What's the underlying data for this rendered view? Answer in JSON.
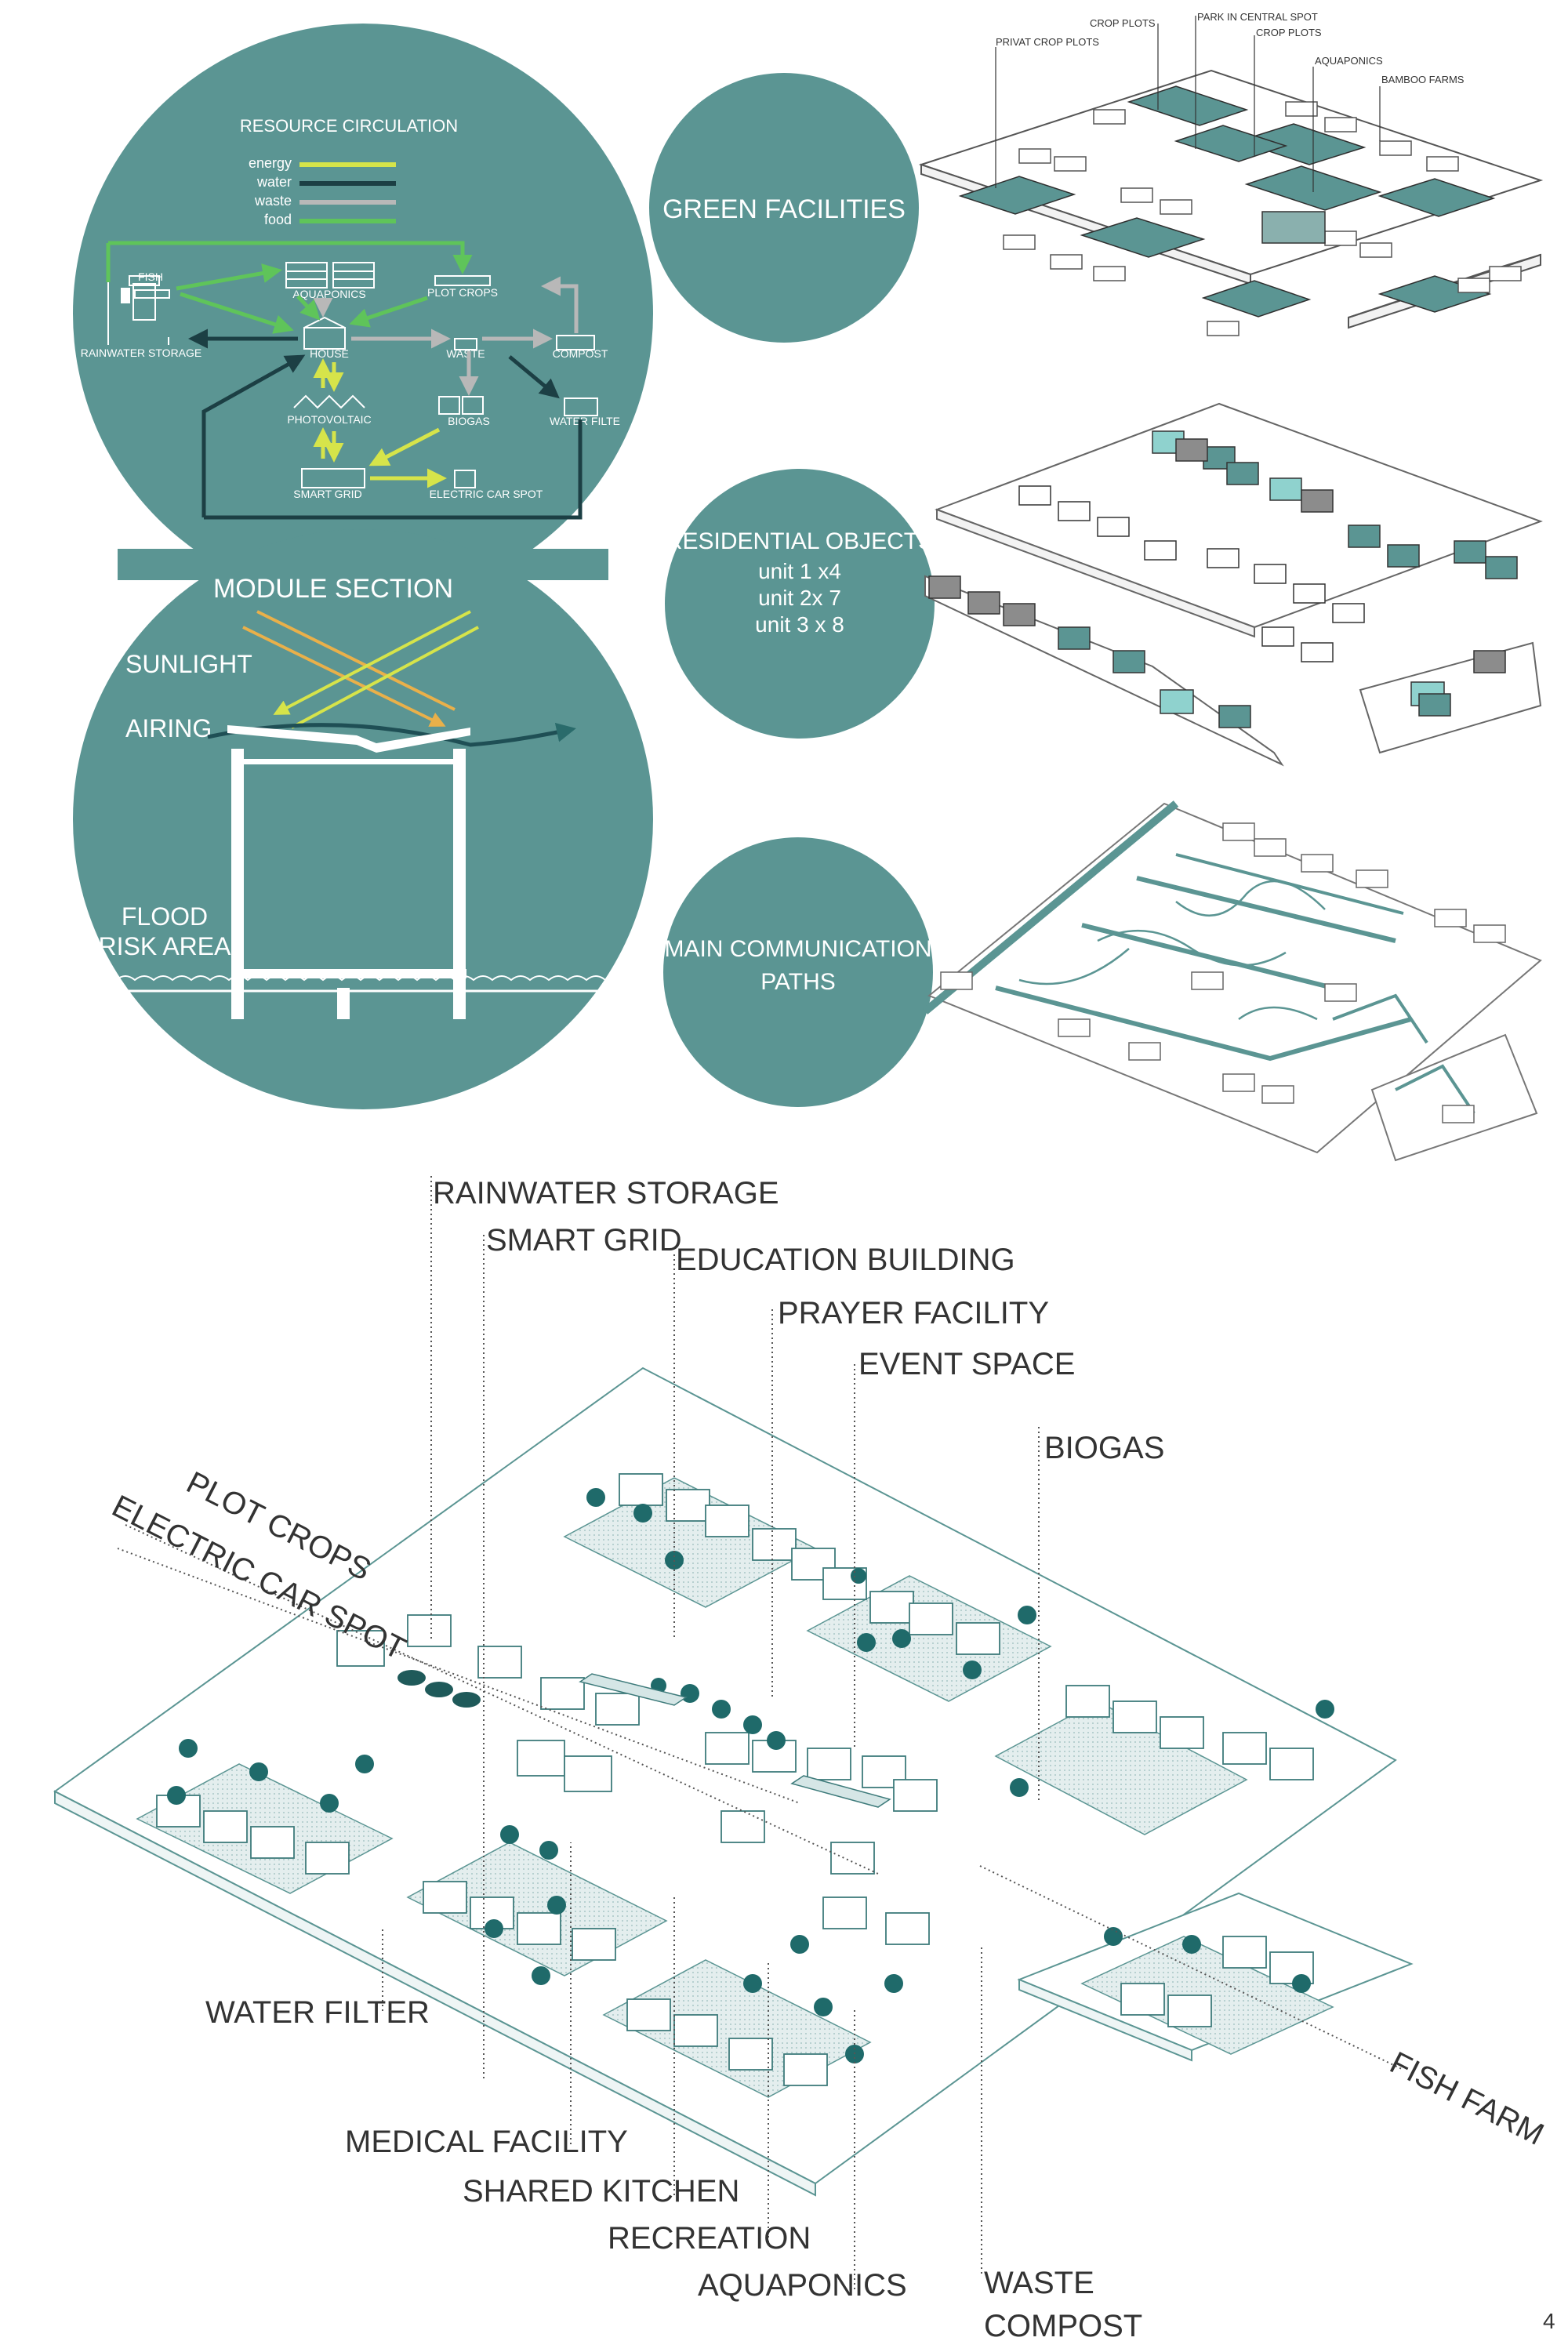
{
  "colors": {
    "teal": "#5b9593",
    "teal_dark": "#1f4f55",
    "teal_light": "#8fd2ce",
    "energy": "#d6e44a",
    "water": "#1c3f44",
    "waste": "#b8b8b8",
    "food": "#5fc45a",
    "grey_block": "#8c8c8c",
    "label": "#333333",
    "white": "#ffffff"
  },
  "resource_circulation": {
    "title": "RESOURCE CIRCULATION",
    "legend": [
      "energy",
      "water",
      "waste",
      "food"
    ],
    "nodes": {
      "fish": "FISH",
      "aquaponics": "AQUAPONICS",
      "plot_crops": "PLOT CROPS",
      "rainwater_storage": "RAINWATER STORAGE",
      "house": "HOUSE",
      "waste": "WASTE",
      "compost": "COMPOST",
      "photovoltaic": "PHOTOVOLTAIC",
      "biogas": "BIOGAS",
      "water_filter": "WATER FILTE",
      "smart_grid": "SMART GRID",
      "electric_car_spot": "ELECTRIC CAR SPOT"
    }
  },
  "module_section": {
    "title": "MODULE SECTION",
    "sunlight": "SUNLIGHT",
    "airing": "AIRING",
    "flood_line1": "FLOOD",
    "flood_line2": "RISK AREA"
  },
  "green_facilities": {
    "title": "GREEN FACILITIES",
    "labels": {
      "crop_plots_1": "CROP PLOTS",
      "privat_crop_plots": "PRIVAT CROP PLOTS",
      "park_in_central_spot": "PARK IN CENTRAL SPOT",
      "crop_plots_2": "CROP PLOTS",
      "aquaponics": "AQUAPONICS",
      "bamboo_farms": "BAMBOO FARMS"
    }
  },
  "residential_objects": {
    "title": "RESIDENTIAL OBJECTS",
    "lines": [
      "unit 1 x4",
      "unit 2x 7",
      "unit 3 x 8"
    ]
  },
  "communication_paths": {
    "line1": "MAIN COMMUNICATION",
    "line2": "PATHS"
  },
  "main_plan_labels": {
    "rainwater_storage": "RAINWATER  STORAGE",
    "smart_grid": "SMART GRID",
    "education_building": "EDUCATION BUILDING",
    "prayer_facility": "PRAYER FACILITY",
    "event_space": "EVENT SPACE",
    "biogas": "BIOGAS",
    "plot_crops": "PLOT CROPS",
    "electric_car_spot": "ELECTRIC CAR SPOT",
    "water_filter": "WATER FILTER",
    "medical_facility": "MEDICAL FACILITY",
    "shared_kitchen": "SHARED KITCHEN",
    "recreation": "RECREATION",
    "aquaponics": "AQUAPONICS",
    "waste": "WASTE",
    "compost": "COMPOST",
    "fish_farm": "FISH FARM"
  },
  "page_number": "4"
}
